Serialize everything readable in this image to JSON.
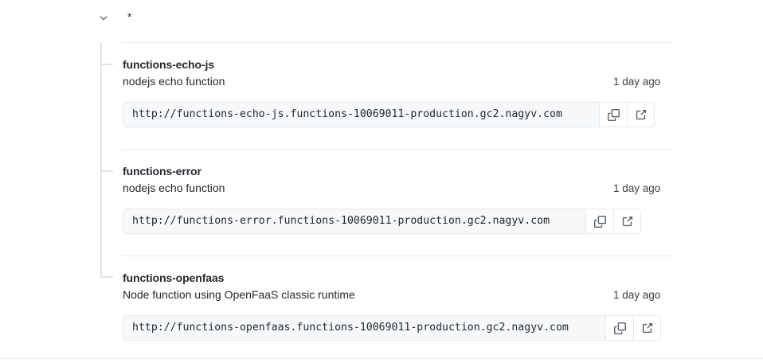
{
  "header": {
    "chevron_icon": "chevron-down-icon",
    "expanded": true,
    "label": "*"
  },
  "colors": {
    "page_background": "#ffffff",
    "text_primary": "#24292f",
    "text_muted": "#57606a",
    "border": "#e6e9ec",
    "separator": "#eaecef",
    "tree_line": "#e1e4e8",
    "url_field_background": "#f6f8fa",
    "icon": "#586069"
  },
  "icons": {
    "copy": "copy-icon",
    "external_link": "external-link-icon",
    "chevron_down": "chevron-down-icon"
  },
  "deployments": [
    {
      "name": "functions-echo-js",
      "description": "nodejs echo function",
      "timestamp": "1 day ago",
      "url": "http://functions-echo-js.functions-10069011-production.gc2.nagyv.com",
      "copy_label": "Copy",
      "open_label": "Open"
    },
    {
      "name": "functions-error",
      "description": "nodejs echo function",
      "timestamp": "1 day ago",
      "url": "http://functions-error.functions-10069011-production.gc2.nagyv.com",
      "copy_label": "Copy",
      "open_label": "Open"
    },
    {
      "name": "functions-openfaas",
      "description": "Node function using OpenFaaS classic runtime",
      "timestamp": "1 day ago",
      "url": "http://functions-openfaas.functions-10069011-production.gc2.nagyv.com",
      "copy_label": "Copy",
      "open_label": "Open"
    }
  ]
}
